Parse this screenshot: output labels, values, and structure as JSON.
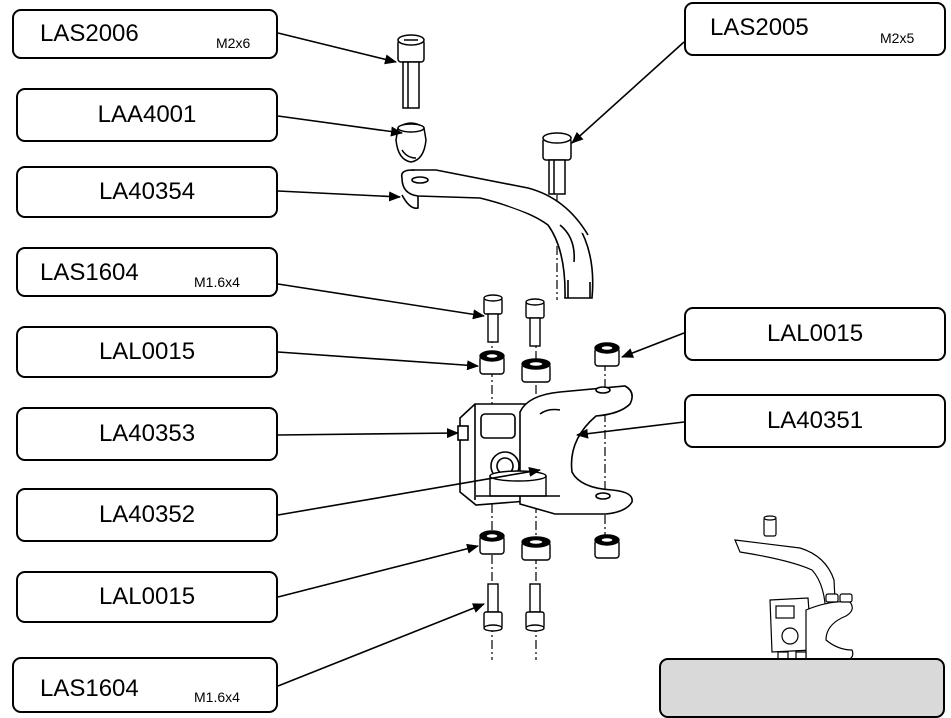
{
  "labels": {
    "las2006": {
      "code": "LAS2006",
      "size": "M2x6"
    },
    "las2005": {
      "code": "LAS2005",
      "size": "M2x5"
    },
    "laa4001": {
      "code": "LAA4001"
    },
    "la40354": {
      "code": "LA40354"
    },
    "las1604_top": {
      "code": "LAS1604",
      "size": "M1.6x4"
    },
    "lal0015_left_top": {
      "code": "LAL0015"
    },
    "lal0015_right": {
      "code": "LAL0015"
    },
    "la40353": {
      "code": "LA40353"
    },
    "la40351": {
      "code": "LA40351"
    },
    "la40352": {
      "code": "LA40352"
    },
    "lal0015_left_bottom": {
      "code": "LAL0015"
    },
    "las1604_bottom": {
      "code": "LAS1604",
      "size": "M1.6x4"
    }
  }
}
